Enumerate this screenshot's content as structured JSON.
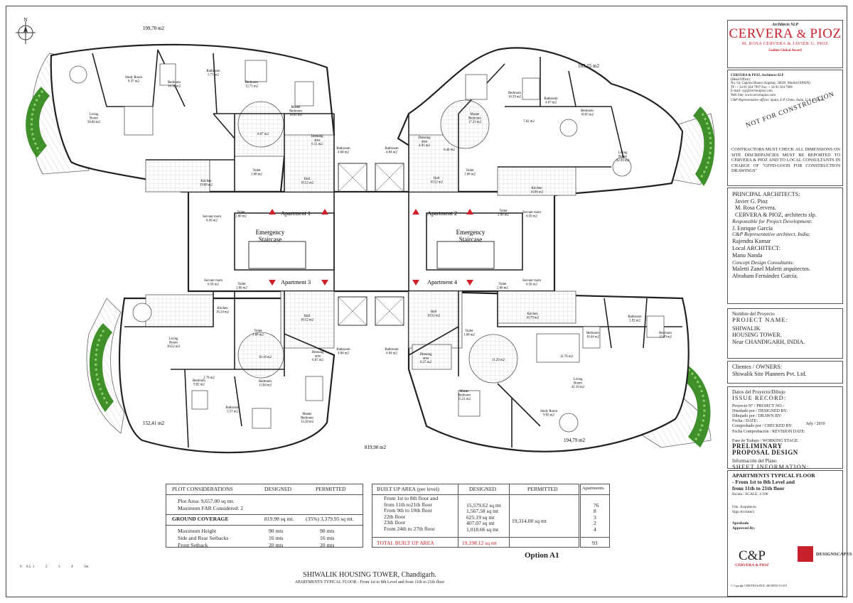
{
  "plan": {
    "areas": {
      "nw": "199,70 m2",
      "ne": "163,15 m2",
      "sw": "152,41 m2",
      "se": "194,79 m2",
      "total": "819,98 m2"
    },
    "rooms": {
      "a1": [
        {
          "name": "Study Room",
          "area": "8.37 m2"
        },
        {
          "name": "Living\nRoom",
          "area": "58.80 m2"
        },
        {
          "name": "Bedroom",
          "area": "14.16 m2"
        },
        {
          "name": "Bathroom",
          "area": "5.71 m2"
        },
        {
          "name": "Bedroom",
          "area": "12.75 m2"
        },
        {
          "name": "Master\nBedroom",
          "area": "14.61 m2"
        },
        {
          "name": "",
          "area": "8.87 m2"
        },
        {
          "name": "Dressing\narea",
          "area": "6.15 m2"
        },
        {
          "name": "Kitchen",
          "area": "19.08 m2"
        },
        {
          "name": "Toilet",
          "area": "1.68 m2"
        },
        {
          "name": "Hall",
          "area": "10.52 m2"
        },
        {
          "name": "Servant room",
          "area": "6.50 m2"
        },
        {
          "name": "Toilet",
          "area": "2.60 m2"
        }
      ],
      "a2": [
        {
          "name": "Bedroom",
          "area": "10.39 m2"
        },
        {
          "name": "Bathroom",
          "area": "4.67 m2"
        },
        {
          "name": "Bedroom",
          "area": "10.05 m2"
        },
        {
          "name": "Master\nBedroom",
          "area": "17.23 m2"
        },
        {
          "name": "",
          "area": "7.02 m2"
        },
        {
          "name": "Living\nRoom",
          "area": "42.99 m2"
        },
        {
          "name": "Dressing\narea",
          "area": "4.91 m2"
        },
        {
          "name": "",
          "area": "6.44 m2"
        },
        {
          "name": "Hall",
          "area": "10.52 m2"
        },
        {
          "name": "Toilet",
          "area": "1.68 m2"
        },
        {
          "name": "Kitchen",
          "area": "14.06 m2"
        },
        {
          "name": "Toilet",
          "area": "2.60 m2"
        },
        {
          "name": "Servant room",
          "area": "6.50 m2"
        }
      ],
      "a3": [
        {
          "name": "Kitchen",
          "area": "16.24 m2"
        },
        {
          "name": "Living\nRoom",
          "area": "30.52 m2"
        },
        {
          "name": "Servant room",
          "area": "6.50 m2"
        },
        {
          "name": "Toilet",
          "area": "2.60 m2"
        },
        {
          "name": "Toilet",
          "area": "1.68 m2"
        },
        {
          "name": "Hall",
          "area": "10.52 m2"
        },
        {
          "name": "",
          "area": "10.18 m2"
        },
        {
          "name": "Dressing\narea",
          "area": "6.07 m2"
        },
        {
          "name": "",
          "area": "2.79 m2"
        },
        {
          "name": "Bedroom",
          "area": "9.82 m2"
        },
        {
          "name": "Bathroom",
          "area": "5.57 m2"
        },
        {
          "name": "Bedroom",
          "area": "13.04 m2"
        },
        {
          "name": "Master\nBedroom",
          "area": "13.28 m2"
        }
      ],
      "a4": [
        {
          "name": "Hall",
          "area": "10.52 m2"
        },
        {
          "name": "Toilet",
          "area": "1.68 m2"
        },
        {
          "name": "Toilet",
          "area": "2.60 m2"
        },
        {
          "name": "Servant room",
          "area": "6.50 m2"
        },
        {
          "name": "Kitchen",
          "area": "18.79 m2"
        },
        {
          "name": "Bathroom",
          "area": "5.92 m2"
        },
        {
          "name": "Bedroom",
          "area": "10.44 m2"
        },
        {
          "name": "Bedroom",
          "area": "13.49 m2"
        },
        {
          "name": "Dressing\narea",
          "area": "8.37 m2"
        },
        {
          "name": "",
          "area": "11.29 m2"
        },
        {
          "name": "Master\nBedroom",
          "area": "15.21 m2"
        },
        {
          "name": "",
          "area": "11.76 m2"
        },
        {
          "name": "Living\nRoom",
          "area": "41.10 m2"
        },
        {
          "name": "Study Room",
          "area": "9.83 m2"
        }
      ],
      "core": [
        {
          "name": "Bathroom",
          "area": "4.84 m2"
        },
        {
          "name": "Bathroom",
          "area": "4.84 m2"
        },
        {
          "name": "Bathroom",
          "area": "4.84 m2"
        },
        {
          "name": "Bathroom",
          "area": "4.84 m2"
        }
      ]
    },
    "apartments": [
      "Apartment 1",
      "Apartment 2",
      "Apartment 3",
      "Apartment 4"
    ],
    "staircase": [
      "Emergency\nStaircase",
      "Emergency\nStaircase"
    ],
    "option": "Option A1",
    "drawing_title": "SHIWALIK HOUSING TOWER, Chandigarh.",
    "drawing_subtitle": "APARTMENTS TYPICAL FLOOR - From 1st to 8th Level and from 11th to 21th floor",
    "scale_marks": [
      "0",
      "0,5",
      "1",
      "2",
      "3",
      "4",
      "5m"
    ],
    "north": "N"
  },
  "plot_table": {
    "headers": [
      "PLOT CONSIDERATIONS",
      "DESIGNED",
      "PERMITTED"
    ],
    "plot_area": "Plot Area: 9,657.00 sq mt.",
    "far": "Maximum FAR Considered: 2",
    "ground": {
      "label": "GROUND COVERAGE",
      "designed": "819.98 sq mt.",
      "permitted": "(35%) 3,379.95 sq mt."
    },
    "rows": [
      {
        "label": "Maximum Height",
        "designed": "90 mts",
        "permitted": "90 mts"
      },
      {
        "label": "Side and Rear Setbacks",
        "designed": "16 mts",
        "permitted": "16 mts"
      },
      {
        "label": "Front Setback",
        "designed": "20 mts",
        "permitted": "20 mts"
      }
    ]
  },
  "built_table": {
    "headers": [
      "BUILT UP AREA (per level)",
      "DESIGNED",
      "PERMITTED",
      "Apartments"
    ],
    "rows": [
      {
        "label": "From 1st to 8th floor and\nfrom 11th to21th floor",
        "designed": "15,579.62 sq mt",
        "apartments": "76"
      },
      {
        "label": "From 9th to 10th floor",
        "designed": "1,567.58 sq mt",
        "apartments": "8"
      },
      {
        "label": "22th floor",
        "designed": "625.19 sq mt",
        "apartments": "3"
      },
      {
        "label": "23th floor",
        "designed": "407.07 sq mt",
        "apartments": "2"
      },
      {
        "label": "From 24th to 27th floor",
        "designed": "1,018.66 sq mt",
        "apartments": "4"
      }
    ],
    "permitted_total": "19,314.00 sq mt",
    "total": {
      "label": "TOTAL BUILT UP AREA",
      "designed": "19,198.12 sq mt",
      "apartments": "93"
    },
    "colors": {
      "total": "#d0202a"
    }
  },
  "title_block": {
    "firm_kicker": "Architects SLP",
    "firm_name_a": "CERVERA",
    "firm_name_amp": " & ",
    "firm_name_b": "PIOZ",
    "partners": "M. ROSA CERVERA  &  JAVIER G. PIOZ",
    "award": "Golden Global Award",
    "office_firm": "CERVERA & PIOZ, Architects SLP",
    "office_lines": [
      "(Head Office):",
      "No. 64, Caprino Blanco Arguhay, 28029, Madrid (SPAIN)",
      "TF: + 34 91 564 7997   Fax: + 34 91 564 7996",
      "E-mail: cyp@cerverapioz.com",
      "Web Site: www.cerverapioz.com"
    ],
    "office_reps": "C&P Representative offices: Spain, E.P. China, India, U.A. Emirates",
    "stamp": "NOT FOR CONSTRUCTION",
    "contractors": "CONTRACTORS MUST CHECK ALL DIMENSIONS ON SITE DISCREPANCIES MUST BE REPORTED TO CERVERA & PIOZ AND TO LOCAL CONSULTANTS IN CHARGE OF \"GFFD-GOOD FOR CONSTRUCTION DRAWINGS\"",
    "principal_label": "PRINCIPAL ARCHITECTS:",
    "principals": [
      "Javier G. Pioz",
      "M. Rosa Cervera.",
      "CERVERA & PIOZ, architects slp."
    ],
    "responsible_label": "Responsible for Project Development:",
    "responsible": "J. Enrique García",
    "cp_rep_label": "C&P Representative architect, India:",
    "cp_rep": "Rajendra Kumar",
    "local_label": "Local ARCHITECT:",
    "local": "Manu Nanda",
    "concept_label": "Concept Design Consultants:",
    "concept": [
      "Maletti Zanel Maletti arquitectos.",
      "Abraham Fernández García."
    ],
    "project_label_es": "Nombre del Proyecto",
    "project_label": "PROJECT NAME:",
    "project_name": [
      "SHIWALIK",
      "HOUSING TOWER.",
      "Near CHANDIGARH, INDIA."
    ],
    "owners_label": "Clientes / OWNERS:",
    "owners": "Shiwalik Site Planners Pvt. Ltd.",
    "issue_label_es": "Datos del Proyecto/Dibujo",
    "issue_label": "ISSUE RECORD:",
    "issue_lines": [
      "Proyecto N° / PROJECT NO.-",
      "Diseñado por / DESIGNED BY:",
      "Dibujado por / DRAWN BY:",
      "Fecha / DATE:",
      "Comprobado por / CHECKED BY:",
      "Fecha Comprobación / REVISION DATE:"
    ],
    "issue_date": "July / 2010",
    "stage_label": "Fase de Trabajo / WORKING STAGE:",
    "stage": [
      "PRELIMINARY",
      "PROPOSAL DESIGN"
    ],
    "sheet_label_es": "Información del Plano",
    "sheet_label": "SHEET INFORMATION:",
    "sheet": [
      "APARTMENTS TYPICAL FLOOR",
      "- From 1st to 8th Level and",
      "from 11th to 21th floor"
    ],
    "scale": "Escala / SCALE:  1/100",
    "sign": [
      "Fdo. Arquitecto",
      "Sign Architect"
    ],
    "approved": [
      "Aprobado",
      "Approved By:"
    ],
    "cp_logo": "C&P",
    "cp_logo_sub": "CERVERA & PIOZ",
    "ds_logo": "DESIGNSCAPES",
    "copyright": "© Copyright CERVERA & PIOZ, ARCHITECTS SLP",
    "colors": {
      "brand": "#c8202c"
    }
  }
}
